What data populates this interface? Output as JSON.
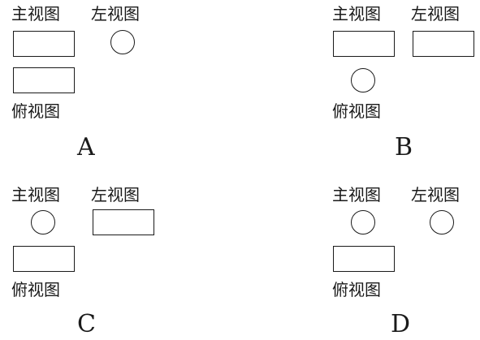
{
  "options": [
    {
      "letter": "A",
      "front_label": "主视图",
      "side_label": "左视图",
      "top_label": "俯视图",
      "front_shape": "rectangle",
      "side_shape": "circle",
      "top_shape": "rectangle"
    },
    {
      "letter": "B",
      "front_label": "主视图",
      "side_label": "左视图",
      "top_label": "俯视图",
      "front_shape": "rectangle",
      "side_shape": "rectangle",
      "top_shape": "circle"
    },
    {
      "letter": "C",
      "front_label": "主视图",
      "side_label": "左视图",
      "top_label": "俯视图",
      "front_shape": "circle",
      "side_shape": "rectangle",
      "top_shape": "rectangle"
    },
    {
      "letter": "D",
      "front_label": "主视图",
      "side_label": "左视图",
      "top_label": "俯视图",
      "front_shape": "circle",
      "side_shape": "circle",
      "top_shape": "rectangle"
    }
  ],
  "colors": {
    "stroke": "#1a1a1a",
    "background": "#ffffff"
  }
}
